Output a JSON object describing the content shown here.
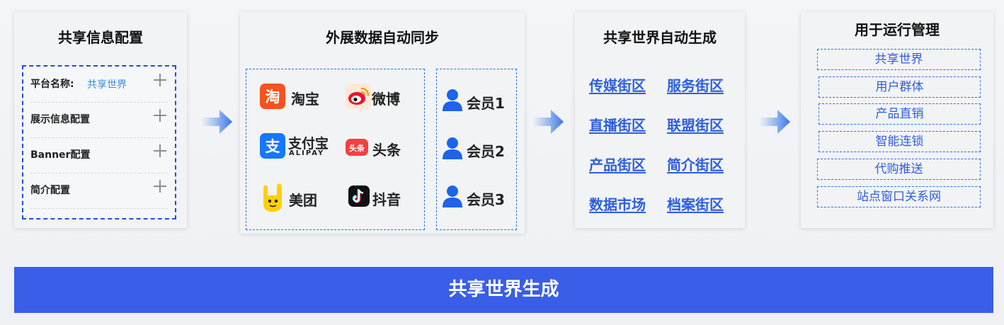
{
  "config_card": {
    "title": "共享信息配置",
    "rows": [
      {
        "label": "平台名称:",
        "value": "共享世界"
      },
      {
        "label": "展示信息配置",
        "value": ""
      },
      {
        "label": "Banner配置",
        "value": ""
      },
      {
        "label": "简介配置",
        "value": ""
      }
    ]
  },
  "sync_card": {
    "title": "外展数据自动同步",
    "apps": [
      {
        "name": "淘宝",
        "icon": "taobao-icon",
        "glyph": "淘",
        "color": "#f5531e"
      },
      {
        "name": "微博",
        "icon": "weibo-icon",
        "color": "#e6162d"
      },
      {
        "name": "支付宝",
        "icon": "alipay-icon",
        "glyph": "支",
        "sub": "ALIPAY",
        "color": "#1677ff"
      },
      {
        "name": "头条",
        "icon": "toutiao-icon",
        "glyph": "头条",
        "color": "#f04142"
      },
      {
        "name": "美团",
        "icon": "meituan-icon",
        "color": "#ffd100"
      },
      {
        "name": "抖音",
        "icon": "douyin-icon",
        "glyph": "♪",
        "color": "#111111"
      }
    ],
    "members": [
      "会员1",
      "会员2",
      "会员3"
    ]
  },
  "streets_card": {
    "title": "共享世界自动生成",
    "streets": [
      "传媒街区",
      "服务街区",
      "直播街区",
      "联盟街区",
      "产品街区",
      "简介街区",
      "数据市场",
      "档案街区"
    ]
  },
  "manage_card": {
    "title": "用于运行管理",
    "items": [
      "共享世界",
      "用户群体",
      "产品直销",
      "智能连锁",
      "代购推送",
      "站点窗口关系网"
    ]
  },
  "banner": {
    "text": "共享世界生成"
  },
  "colors": {
    "accent": "#3a5ee8",
    "link": "#2e5ee0",
    "dashed": "#2f6fd6",
    "arrow": "#4a8ef0"
  }
}
